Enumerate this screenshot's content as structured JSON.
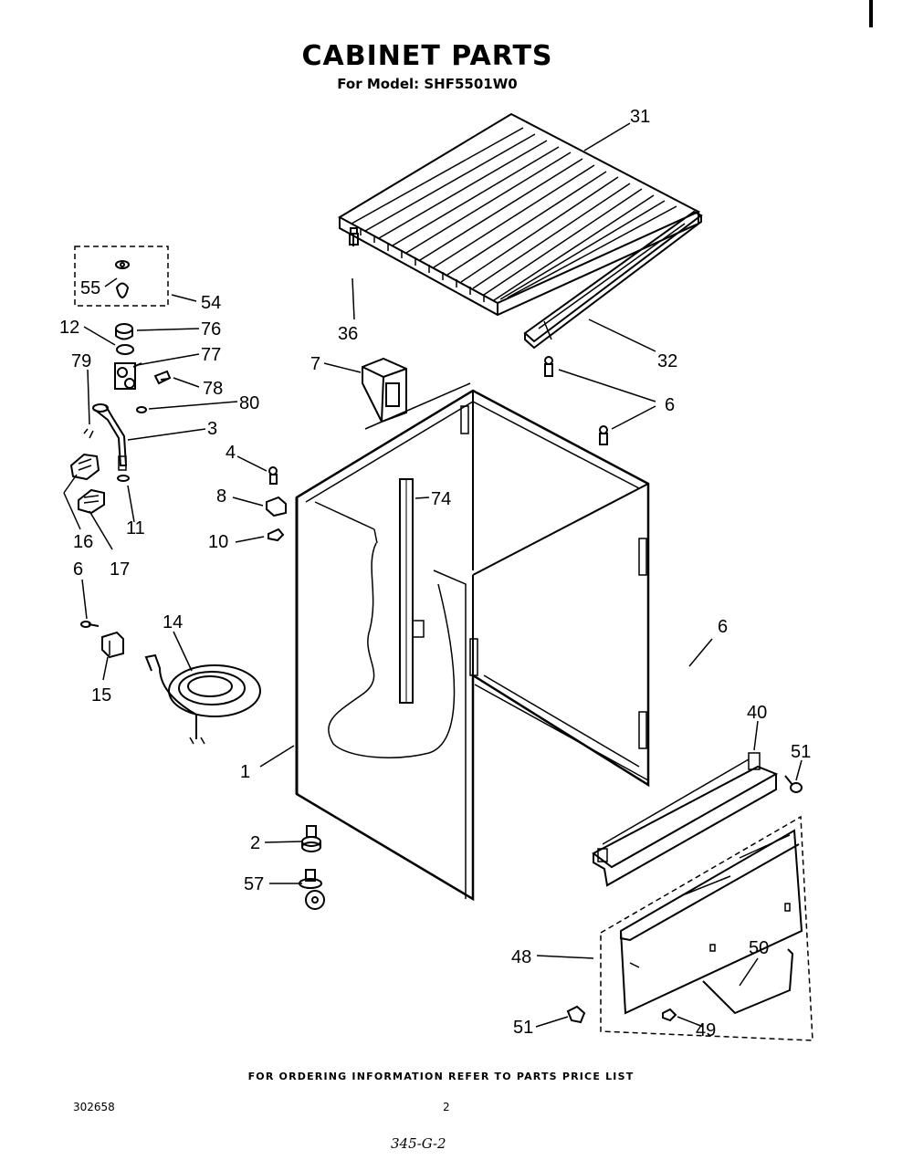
{
  "title": "CABINET PARTS",
  "subtitle": "For Model: SHF5501W0",
  "footer": "FOR ORDERING INFORMATION REFER TO PARTS PRICE LIST",
  "doc_number": "302658",
  "page_number": "2",
  "handwritten_note": "345-G-2",
  "callouts": {
    "c31": "31",
    "c32": "32",
    "c36": "36",
    "c6a": "6",
    "c6b": "6",
    "c6c": "6",
    "c7": "7",
    "c55": "55",
    "c54": "54",
    "c12": "12",
    "c76": "76",
    "c77": "77",
    "c78": "78",
    "c79": "79",
    "c80": "80",
    "c3": "3",
    "c4": "4",
    "c8": "8",
    "c74": "74",
    "c10": "10",
    "c16": "16",
    "c17": "17",
    "c11": "11",
    "c14": "14",
    "c15": "15",
    "c1": "1",
    "c2": "2",
    "c57": "57",
    "c40": "40",
    "c51a": "51",
    "c51b": "51",
    "c48": "48",
    "c50": "50",
    "c49": "49"
  }
}
